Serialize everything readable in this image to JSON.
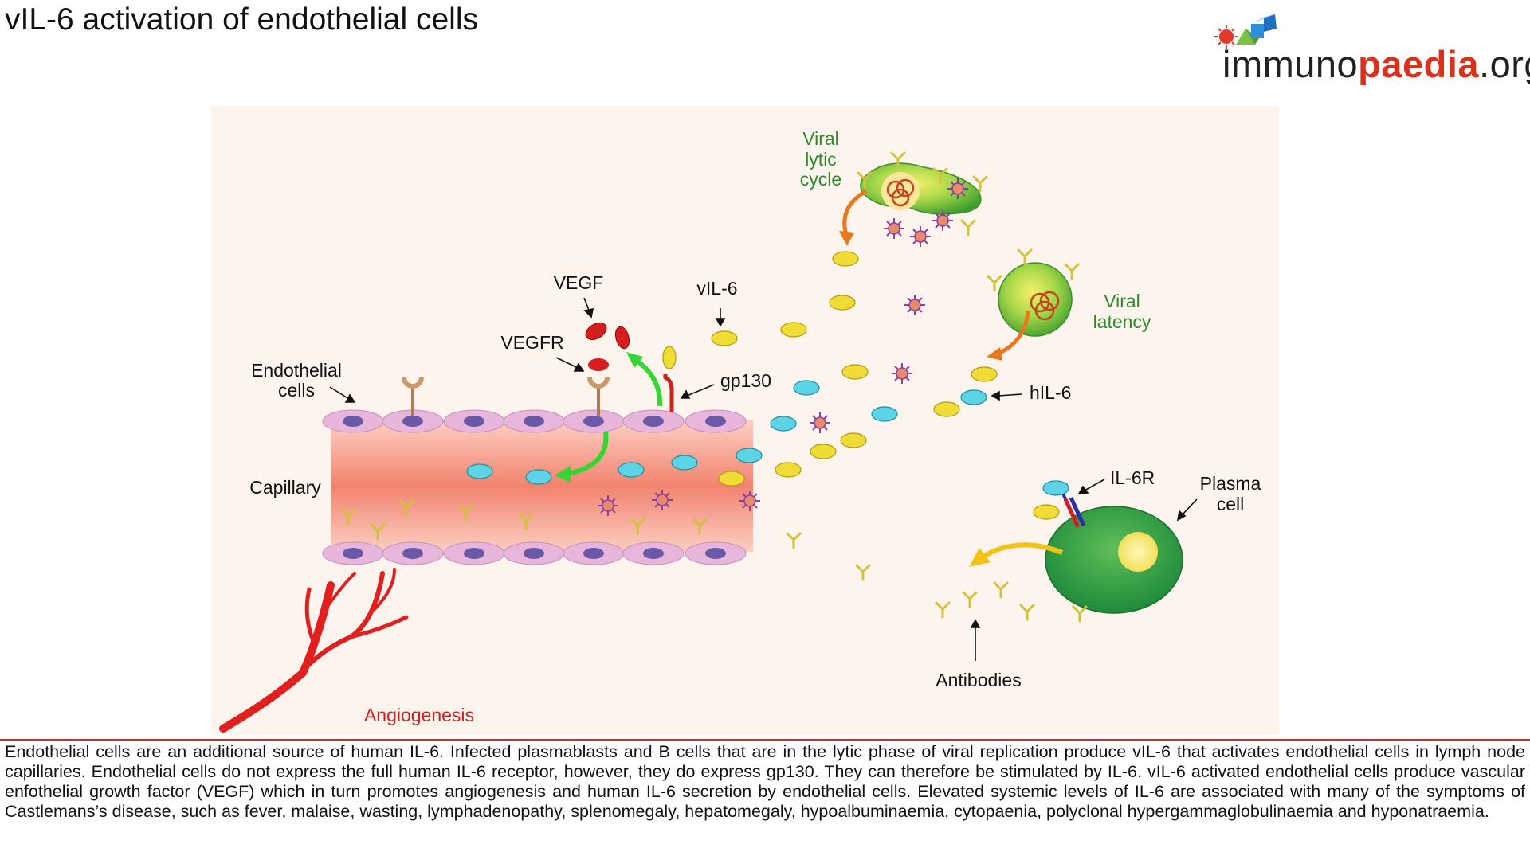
{
  "title": "vIL-6 activation of endothelial cells",
  "logo": {
    "part1": "immuno",
    "part2": "paedia",
    "part3": ".org"
  },
  "labels": {
    "viral_lytic_1": "Viral",
    "viral_lytic_2": "lytic",
    "viral_lytic_3": "cycle",
    "viral_latency_1": "Viral",
    "viral_latency_2": "latency",
    "vegf": "VEGF",
    "vil6": "vIL-6",
    "vegfr": "VEGFR",
    "gp130": "gp130",
    "endothelial_1": "Endothelial",
    "endothelial_2": "cells",
    "hil6": "hIL-6",
    "capillary": "Capillary",
    "il6r": "IL-6R",
    "plasma_1": "Plasma",
    "plasma_2": "cell",
    "antibodies": "Antibodies",
    "angiogenesis": "Angiogenesis"
  },
  "colors": {
    "background_panel": "#fdf4ee",
    "capillary": "#f39a86",
    "endothelial": "#e9b6db",
    "nucleus": "#6a58a8",
    "vil6": "#f0dc35",
    "hil6": "#5cd4e6",
    "vegf": "#d71d1d",
    "infected_cell": "#8ccc3e",
    "plasma_cell": "#2d9a48",
    "arrow_green": "#33d633",
    "arrow_orange": "#e8771e",
    "arrow_yellow": "#f2c316",
    "angiogenesis": "#e21f1f"
  },
  "caption": "Endothelial cells are an additional source of human IL-6. Infected plasmablasts and B cells that are in the lytic phase of viral replication produce vIL-6 that activates endothelial cells in lymph node capillaries. Endothelial cells do not express the full human IL-6 receptor, however, they do express gp130. They can therefore be stimulated by IL-6. vIL-6 activated endothelial cells produce vascular enfothelial growth factor (VEGF) which in turn promotes angiogenesis and human IL-6 secretion by endothelial cells. Elevated systemic levels of IL-6 are associated with many of the symptoms of Castlemans’s disease, such as fever, malaise, wasting, lymphadenopathy, splenomegaly, hepatomegaly, hypoalbuminaemia, cytopaenia, polyclonal hypergammaglobulinaemia and hyponatraemia."
}
